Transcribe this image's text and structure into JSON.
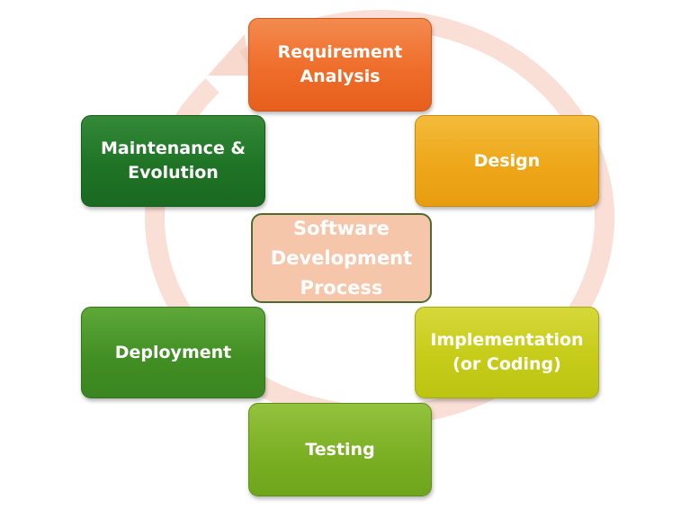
{
  "diagram": {
    "type": "cycle",
    "center_label": "Software\nDevelopment\nProcess",
    "stages": [
      {
        "id": "requirement",
        "label": "Requirement\nAnalysis",
        "color": "#ef6d2a"
      },
      {
        "id": "design",
        "label": "Design",
        "color": "#eea718"
      },
      {
        "id": "implementation",
        "label": "Implementation\n(or Coding)",
        "color": "#c6cc18"
      },
      {
        "id": "testing",
        "label": "Testing",
        "color": "#7bb024"
      },
      {
        "id": "deployment",
        "label": "Deployment",
        "color": "#428f24"
      },
      {
        "id": "maintenance",
        "label": "Maintenance &\nEvolution",
        "color": "#1f7326"
      }
    ],
    "ring_color": "#f9d3c8",
    "flow": "clockwise"
  }
}
